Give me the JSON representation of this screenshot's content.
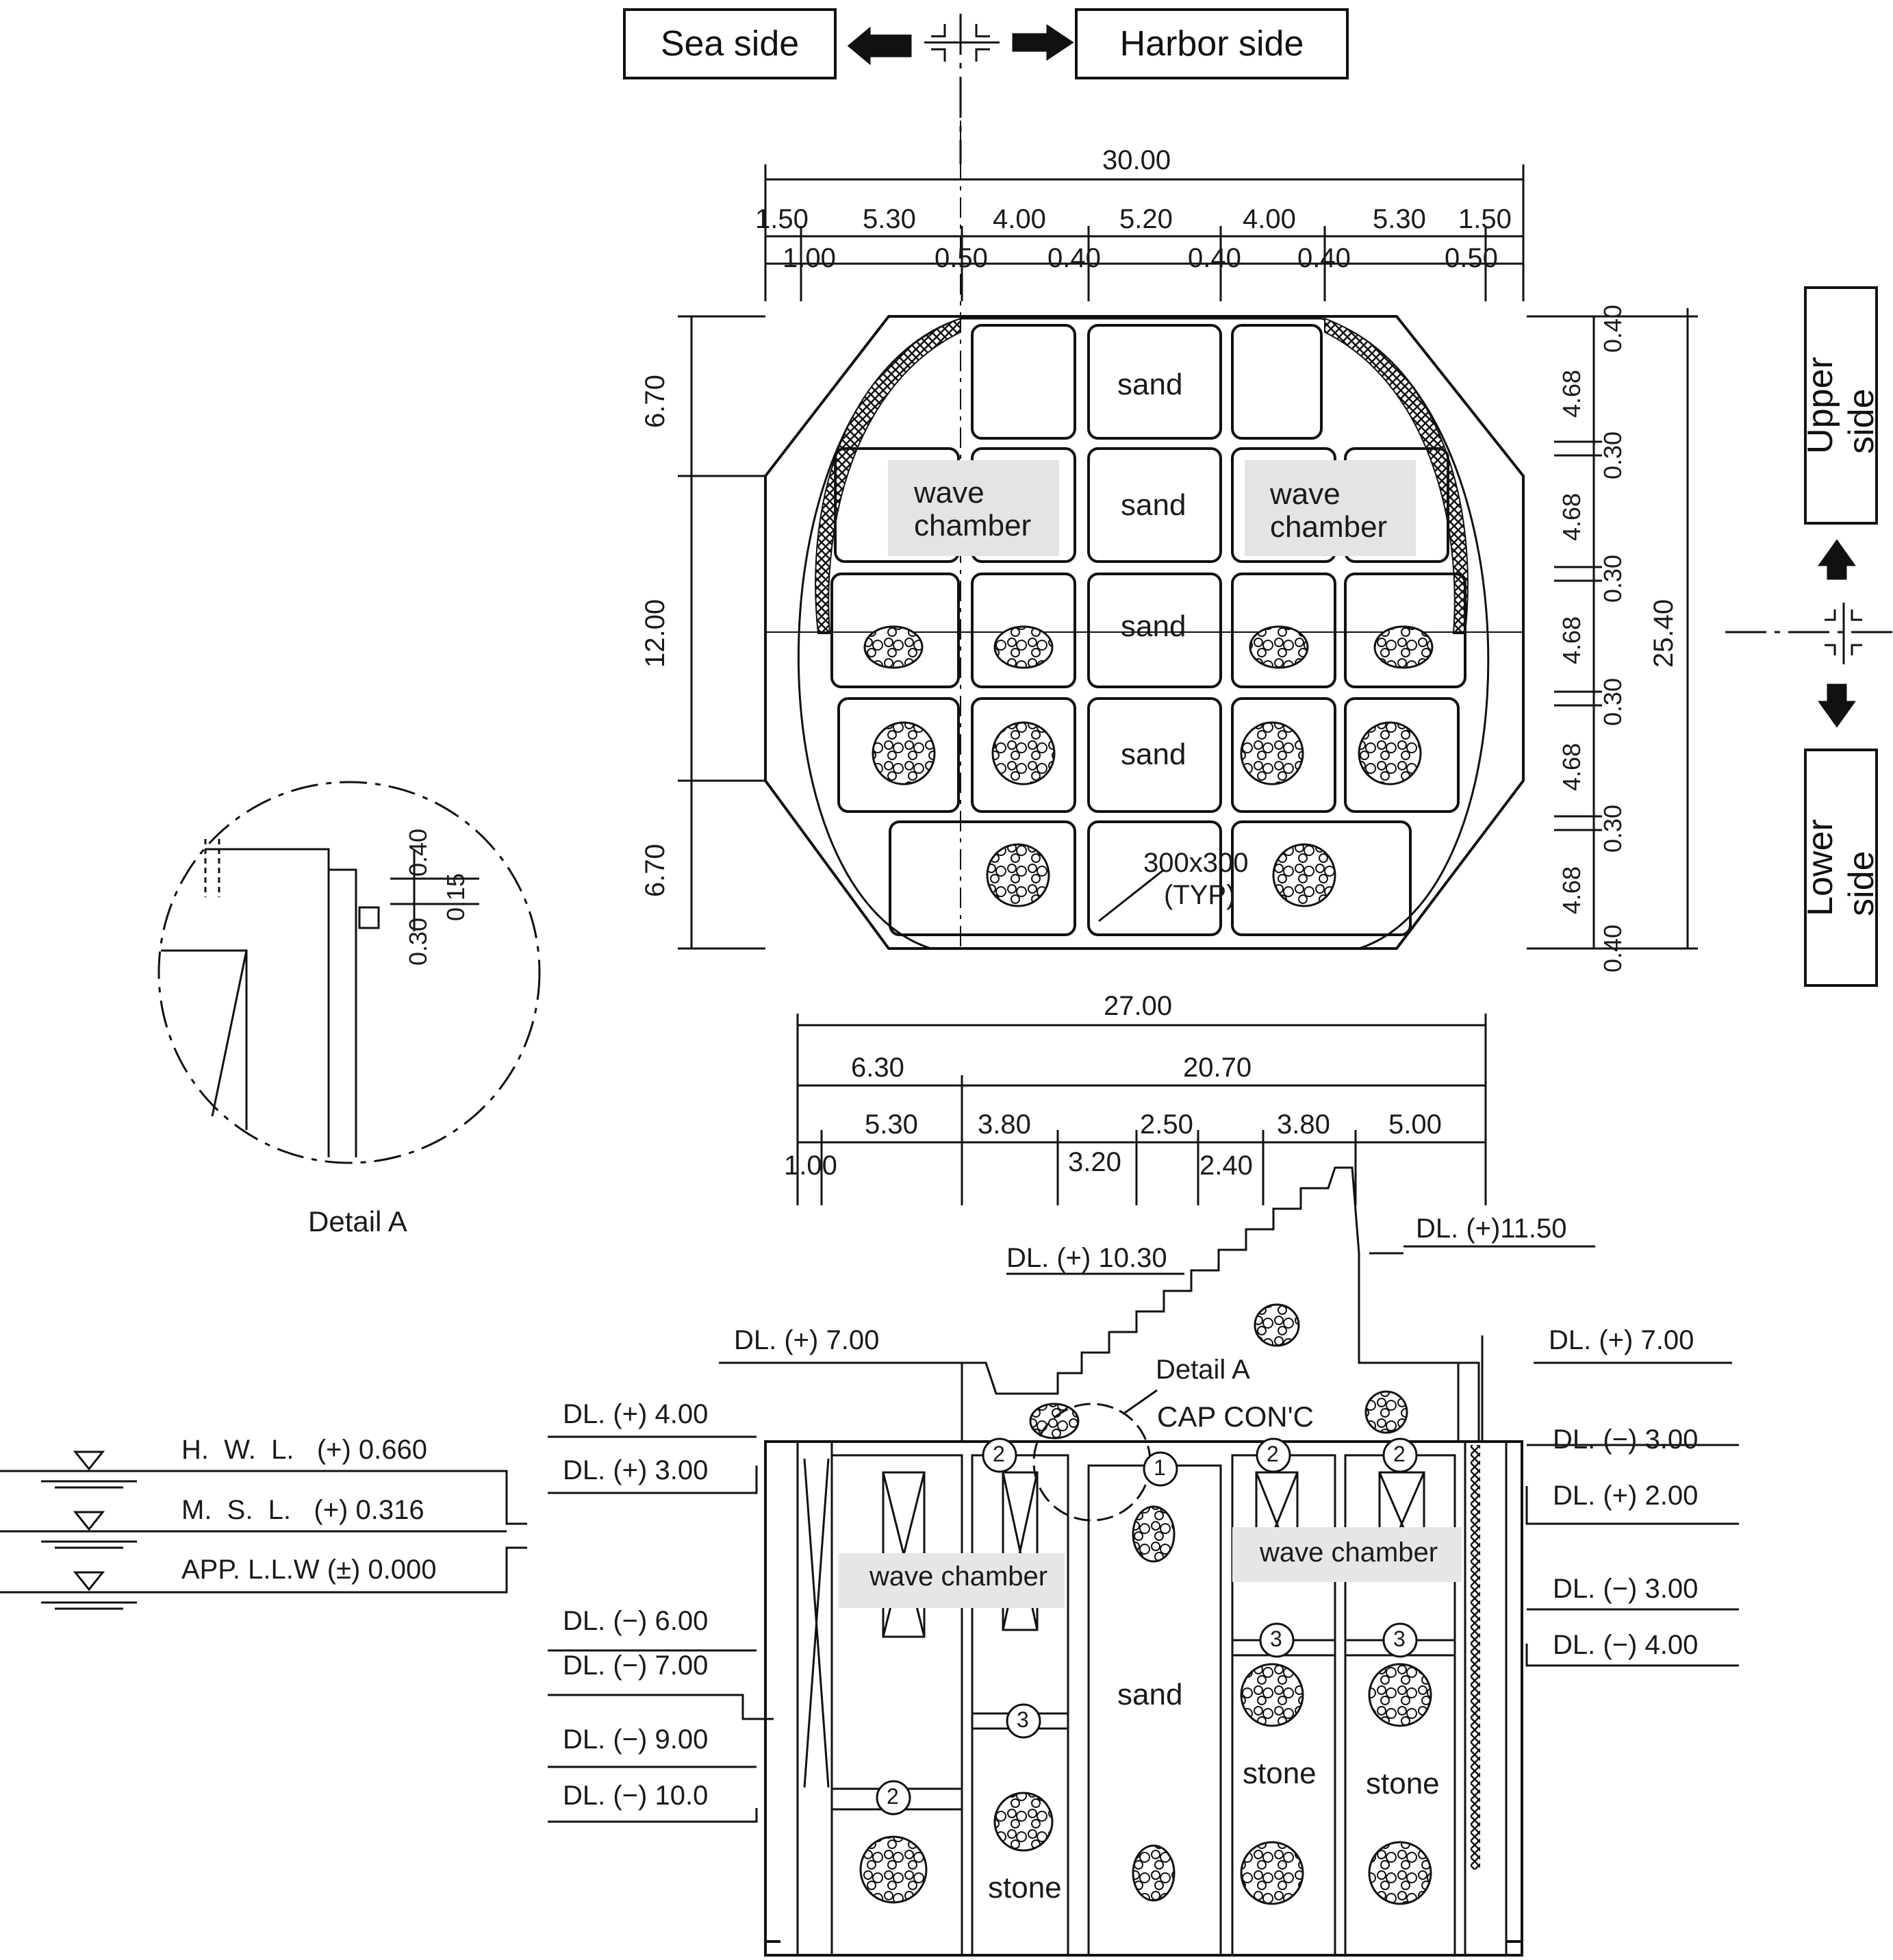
{
  "orientation": {
    "sea_side": "Sea side",
    "harbor_side": "Harbor side",
    "upper_side": "Upper side",
    "lower_side": "Lower side"
  },
  "plan": {
    "overall_width": "30.00",
    "top_dims": [
      "1.50",
      "5.30",
      "4.00",
      "5.20",
      "4.00",
      "5.30",
      "1.50"
    ],
    "sub_dims": [
      "1.00",
      "0.50",
      "0.40",
      "0.40",
      "0.40",
      "0.50"
    ],
    "left_dims": [
      "6.70",
      "12.00",
      "6.70"
    ],
    "right_dims": [
      "0.40",
      "4.68",
      "0.30",
      "4.68",
      "0.30",
      "4.68",
      "0.30",
      "4.68",
      "0.30",
      "4.68",
      "0.40"
    ],
    "overall_height": "25.40",
    "cells": {
      "sand": "sand",
      "wave": "wave",
      "chamber": "chamber",
      "hole_line1": "300x300",
      "hole_line2": "(TYP)"
    }
  },
  "section_dims": {
    "overall": "27.00",
    "row1": [
      "6.30",
      "20.70"
    ],
    "row2": [
      "5.30",
      "3.80",
      "2.50",
      "3.80",
      "5.00"
    ],
    "row3": [
      "1.00",
      "3.20",
      "2.40"
    ]
  },
  "detail": {
    "title": "Detail A",
    "dims": [
      "0.40",
      "0.15",
      "0.30"
    ]
  },
  "section": {
    "levels_left": [
      "DL. (+) 7.00",
      "DL. (+) 4.00",
      "DL. (+) 3.00",
      "DL. (−) 6.00",
      "DL. (−) 7.00",
      "DL. (−) 9.00",
      "DL. (−) 10.0"
    ],
    "levels_top": [
      "DL. (+) 10.30",
      "DL. (+)11.50"
    ],
    "levels_right": [
      "DL. (+) 7.00",
      "DL. (−) 3.00",
      "DL. (+) 2.00",
      "DL. (−) 3.00",
      "DL. (−) 4.00"
    ],
    "water_levels": [
      "H.  W.  L.   (+) 0.660",
      "M.  S.  L.   (+) 0.316",
      "APP. L.L.W (±) 0.000"
    ],
    "detail_ref": "Detail A",
    "cap": "CAP CON'C",
    "wave_chamber": "wave chamber",
    "sand": "sand",
    "stone": "stone",
    "markers": [
      "1",
      "2",
      "3"
    ]
  }
}
